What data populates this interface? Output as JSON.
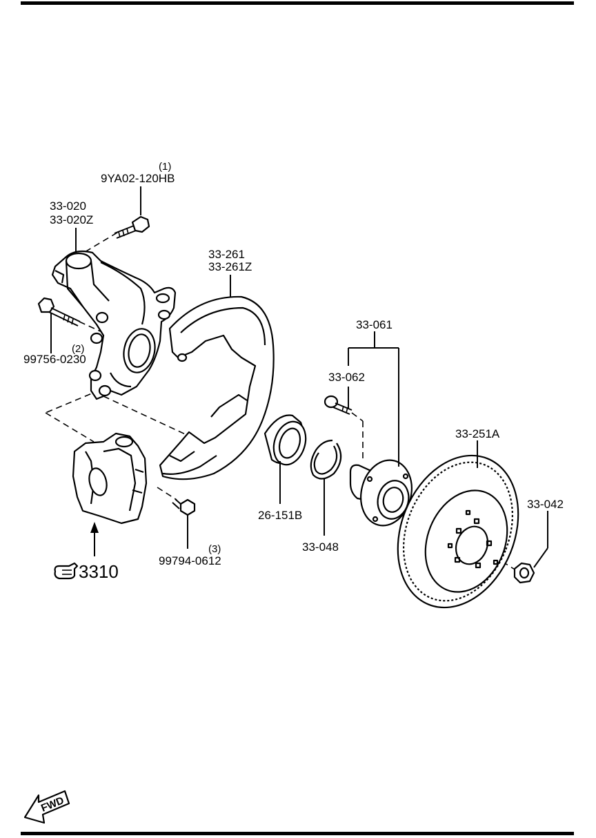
{
  "labels": {
    "bolt_top_qty": "(1)",
    "bolt_top": "9YA02-120HB",
    "knuckle_1": "33-020",
    "knuckle_2": "33-020Z",
    "bolt_left_qty": "(2)",
    "bolt_left": "99756-0230",
    "dust_cover_1": "33-261",
    "dust_cover_2": "33-261Z",
    "hub_assembly": "33-061",
    "hub_bolt": "33-062",
    "disc_plate": "33-251A",
    "hub_nut": "33-042",
    "bearing": "26-151B",
    "snap_ring": "33-048",
    "caliper_bolt_qty": "(3)",
    "caliper_bolt": "99794-0612",
    "ref_page": "3310",
    "fwd": "FWD"
  },
  "icons": [
    "pointing-hand-icon",
    "fwd-arrow-icon"
  ],
  "colors": {
    "ink": "#000000",
    "paper": "#ffffff"
  }
}
